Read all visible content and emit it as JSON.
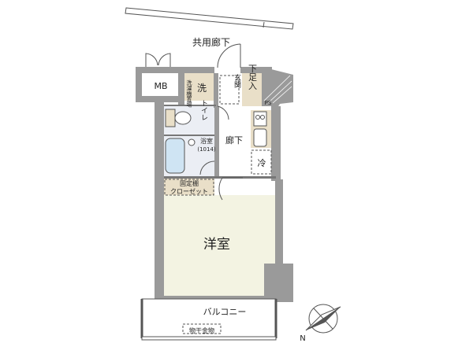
{
  "labels": {
    "corridor_shared": "共用廊下",
    "mb": "MB",
    "wash": "洗",
    "washer_space": "洗濯機置場",
    "entrance": "玄関",
    "shoe_box": "下足入",
    "ps": "PS",
    "toilet": "トイレ",
    "bath": "浴室",
    "bath_size": "(1014)",
    "hallway": "廊下",
    "fridge": "冷",
    "closet_line1": "固定棚",
    "closet_line2": "クローゼット",
    "western_room": "洋室",
    "balcony": "バルコニー",
    "laundry_hardware": "物干金物"
  },
  "compass": {
    "north_letter": "N"
  },
  "colors": {
    "wall": "#9a9a9a",
    "room_fill": "#f3f3e2",
    "wet_fill": "#ebeef4",
    "storage_fill": "#e9dfc8",
    "bath_fixture": "#cfe4f3"
  }
}
